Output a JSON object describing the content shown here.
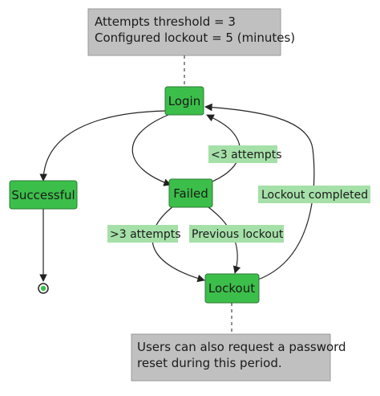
{
  "notes": {
    "top_line1": "Attempts threshold = 3",
    "top_line2": "Configured lockout = 5 (minutes)",
    "bottom_line1": "Users can also request a password",
    "bottom_line2": "reset during this period."
  },
  "states": {
    "login": "Login",
    "successful": "Successful",
    "failed": "Failed",
    "lockout": "Lockout"
  },
  "transitions": {
    "failed_to_login": "<3 attempts",
    "failed_to_lockout_threshold": ">3 attempts",
    "failed_to_lockout_previous": "Previous lockout",
    "lockout_to_login": "Lockout completed"
  },
  "colors": {
    "state_fill": "#3cbf4a",
    "state_stroke": "#2b7a33",
    "note_fill": "#c0c0c0",
    "note_stroke": "#9a9a9a",
    "label_bg": "#a5e0a8",
    "edge": "#222222"
  }
}
